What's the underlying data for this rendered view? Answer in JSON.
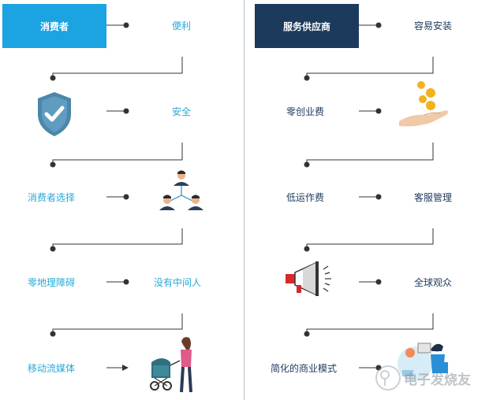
{
  "left": {
    "header": "消费者",
    "items": {
      "convenient": "便利",
      "safe": "安全",
      "consumer_choice": "消费者选择",
      "zero_geo_barrier": "零地理障碍",
      "no_middleman": "没有中间人",
      "mobile_streaming": "移动流媒体"
    }
  },
  "right": {
    "header": "服务供应商",
    "items": {
      "easy_install": "容易安装",
      "zero_startup_fee": "零创业费",
      "low_operating_cost": "低运作费",
      "customer_service": "客服管理",
      "global_audience": "全球观众",
      "simple_business_model": "简化的商业模式"
    }
  },
  "watermark": "电子发烧友",
  "colors": {
    "cyan": "#29a9d6",
    "navy": "#1c3a5c",
    "line": "#333333"
  }
}
